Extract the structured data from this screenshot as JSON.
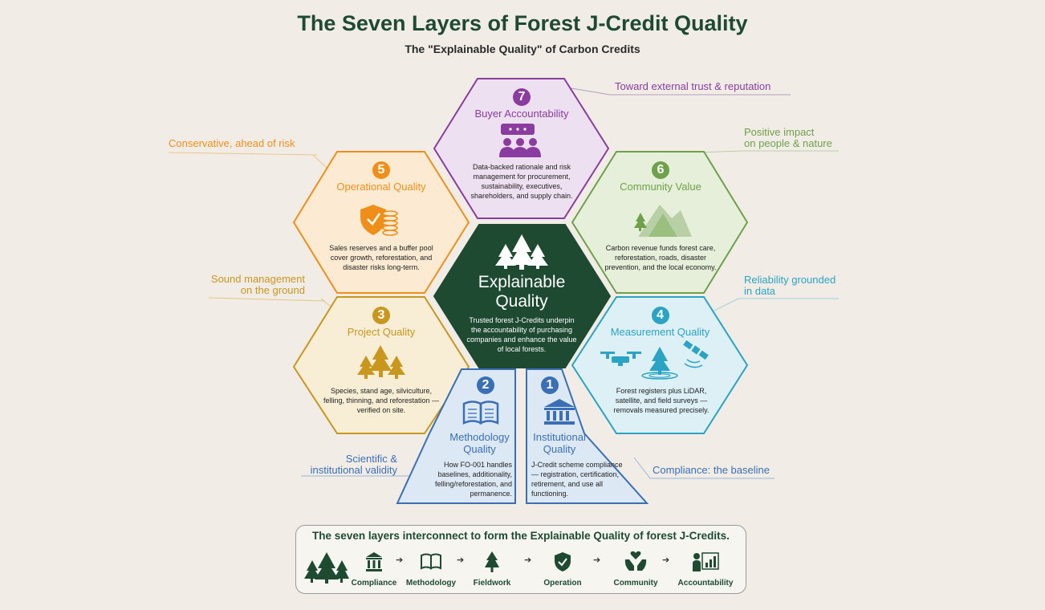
{
  "header": {
    "title": "The Seven Layers of Forest J-Credit Quality",
    "subtitle": "The \"Explainable Quality\" of Carbon Credits"
  },
  "center": {
    "title_line1": "Explainable",
    "title_line2": "Quality",
    "description": "Trusted forest J-Credits underpin the accountability of purchasing companies and enhance the value of local forests."
  },
  "layers": {
    "institutional": {
      "number": "1",
      "name_line1": "Institutional",
      "name_line2": "Quality",
      "description": "J-Credit scheme compliance — registration, certification, retirement, and use all functioning.",
      "callout": "Compliance: the baseline",
      "color": "#3a6fb5",
      "fill": "#dde8f5"
    },
    "methodology": {
      "number": "2",
      "name_line1": "Methodology",
      "name_line2": "Quality",
      "description": "How FO-001 handles baselines, additionality, felling/reforestation, and permanence.",
      "callout_line1": "Scientific &",
      "callout_line2": "institutional validity",
      "color": "#3a6fb5",
      "fill": "#dde8f5"
    },
    "project": {
      "number": "3",
      "name": "Project Quality",
      "description": "Species, stand age, silviculture, felling, thinning, and reforestation — verified on site.",
      "callout_line1": "Sound management",
      "callout_line2": "on the ground",
      "color": "#c9961e",
      "fill": "#f8eed5"
    },
    "measurement": {
      "number": "4",
      "name": "Measurement Quality",
      "description": "Forest registers plus LiDAR, satellite, and field surveys — removals measured precisely.",
      "callout_line1": "Reliability grounded",
      "callout_line2": "in data",
      "color": "#2ba3c4",
      "fill": "#dcf0f6"
    },
    "operational": {
      "number": "5",
      "name": "Operational Quality",
      "description": "Sales reserves and a buffer pool cover growth, reforestation, and disaster risks long-term.",
      "callout": "Conservative, ahead of risk",
      "color": "#ef8f1a",
      "fill": "#fcebd2"
    },
    "community": {
      "number": "6",
      "name": "Community Value",
      "description": "Carbon revenue funds forest care, reforestation, roads, disaster prevention, and the local economy.",
      "callout_line1": "Positive impact",
      "callout_line2": "on people & nature",
      "color": "#6ea14a",
      "fill": "#e6efd9"
    },
    "buyer": {
      "number": "7",
      "name": "Buyer Accountability",
      "description": "Data-backed rationale and risk management for procurement, sustainability, executives, shareholders, and supply chain.",
      "callout": "Toward external trust & reputation",
      "color": "#8a3c9f",
      "fill": "#ede0f1"
    }
  },
  "summary": {
    "title": "The seven layers interconnect to form the Explainable Quality of forest J-Credits.",
    "steps": [
      "Compliance",
      "Methodology",
      "Fieldwork",
      "Operation",
      "Community",
      "Accountability"
    ]
  },
  "colors": {
    "dark_green": "#1e4a32",
    "background": "#f1ede6"
  },
  "icons": [
    "trees-icon",
    "building-icon",
    "book-icon",
    "coniferous-trees-icon",
    "drone-icon",
    "satellite-icon",
    "shield-coins-icon",
    "mountains-icon",
    "people-presentation-icon",
    "hands-heart-icon",
    "person-chart-icon",
    "shield-check-icon",
    "tree-icon"
  ]
}
